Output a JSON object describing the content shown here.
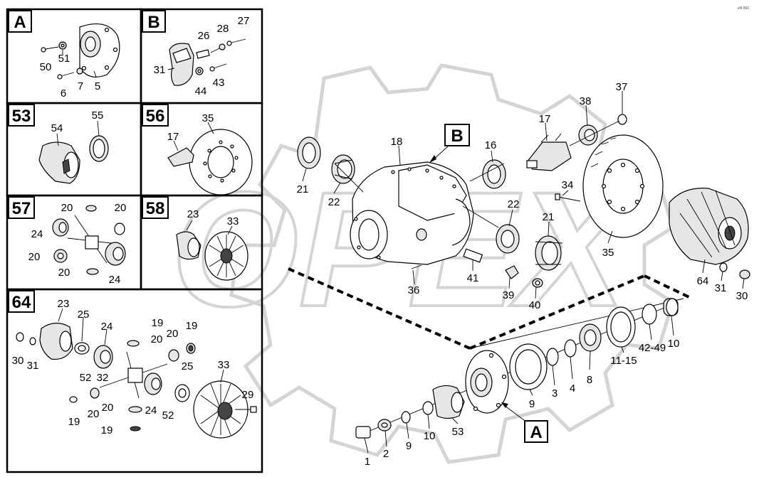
{
  "watermark": {
    "text": "OPEX"
  },
  "corner_tag": "sf8 860",
  "insets": [
    {
      "key": "A",
      "label": "A",
      "callouts": [
        "50",
        "51",
        "6",
        "7",
        "5"
      ]
    },
    {
      "key": "B",
      "label": "B",
      "callouts": [
        "31",
        "26",
        "28",
        "27",
        "44",
        "43"
      ]
    },
    {
      "key": "53",
      "label": "53",
      "callouts": [
        "54",
        "55"
      ]
    },
    {
      "key": "56",
      "label": "56",
      "callouts": [
        "17",
        "35"
      ]
    },
    {
      "key": "57",
      "label": "57",
      "callouts": [
        "20",
        "20",
        "24",
        "20",
        "20",
        "24"
      ]
    },
    {
      "key": "58",
      "label": "58",
      "callouts": [
        "23",
        "33"
      ]
    },
    {
      "key": "64",
      "label": "64",
      "callouts": [
        "23",
        "25",
        "24",
        "19",
        "20",
        "19",
        "30",
        "31",
        "52",
        "32",
        "20",
        "25",
        "33",
        "19",
        "20",
        "20",
        "24",
        "52",
        "29",
        "19"
      ]
    }
  ],
  "main": {
    "callouts": [
      "18",
      "16",
      "17",
      "38",
      "37",
      "21",
      "22",
      "34",
      "22",
      "21",
      "35",
      "64",
      "31",
      "30",
      "36",
      "41",
      "39",
      "40"
    ],
    "detail_labels": {
      "A": "A",
      "B": "B"
    }
  },
  "exploded": {
    "callouts": [
      "1",
      "2",
      "9",
      "10",
      "53",
      "9",
      "3",
      "4",
      "8",
      "11-15",
      "42-49",
      "10"
    ]
  }
}
